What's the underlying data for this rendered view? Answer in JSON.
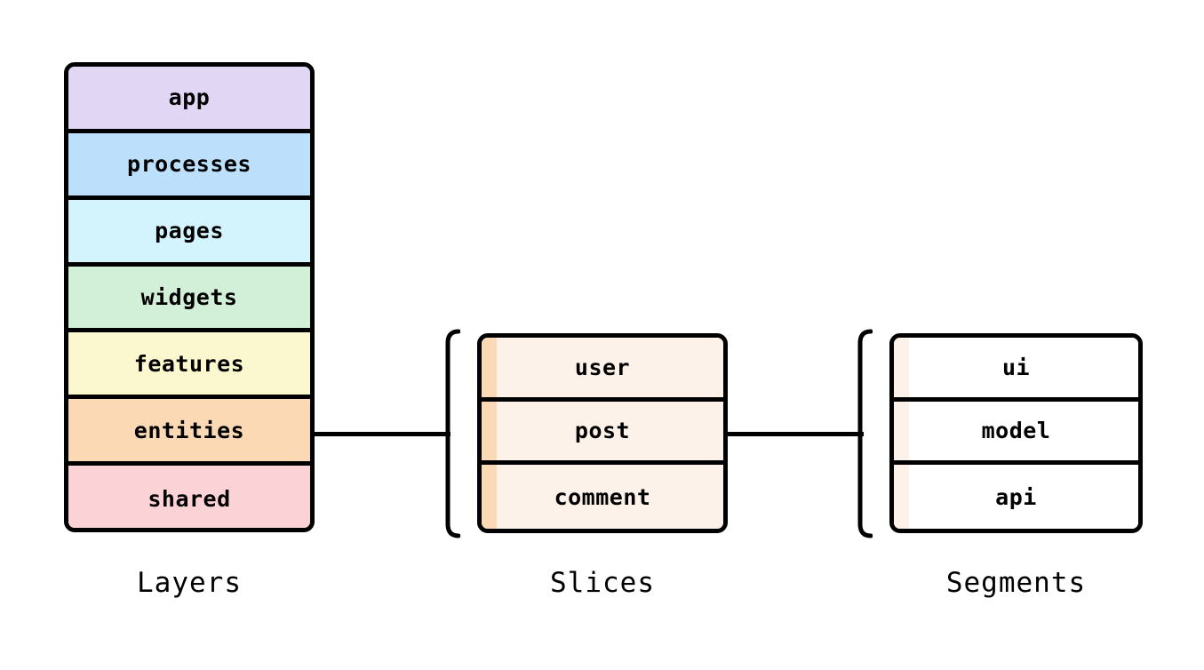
{
  "diagram": {
    "background": "#ffffff",
    "stroke_color": "#000000",
    "columns": [
      {
        "id": "layers",
        "caption": "Layers",
        "rows": [
          {
            "label": "app",
            "fill": "#E2D6F5"
          },
          {
            "label": "processes",
            "fill": "#BCDFFB"
          },
          {
            "label": "pages",
            "fill": "#D4F4FD"
          },
          {
            "label": "widgets",
            "fill": "#D2EFD8"
          },
          {
            "label": "features",
            "fill": "#FBF7CF"
          },
          {
            "label": "entities",
            "fill": "#FBD9B5"
          },
          {
            "label": "shared",
            "fill": "#FBD2D6"
          }
        ]
      },
      {
        "id": "slices",
        "caption": "Slices",
        "stripe_fill": "#FBD9B5",
        "body_fill": "#FDF2E9",
        "rows": [
          {
            "label": "user"
          },
          {
            "label": "post"
          },
          {
            "label": "comment"
          }
        ]
      },
      {
        "id": "segments",
        "caption": "Segments",
        "stripe_fill": "#FDF2E9",
        "body_fill": "#FFFFFF",
        "rows": [
          {
            "label": "ui"
          },
          {
            "label": "model"
          },
          {
            "label": "api"
          }
        ]
      }
    ],
    "connectors": [
      {
        "id": "layers-to-slices",
        "from_row": "entities",
        "to_column": "slices"
      },
      {
        "id": "slices-to-segments",
        "from_row": "post",
        "to_column": "segments"
      }
    ]
  }
}
